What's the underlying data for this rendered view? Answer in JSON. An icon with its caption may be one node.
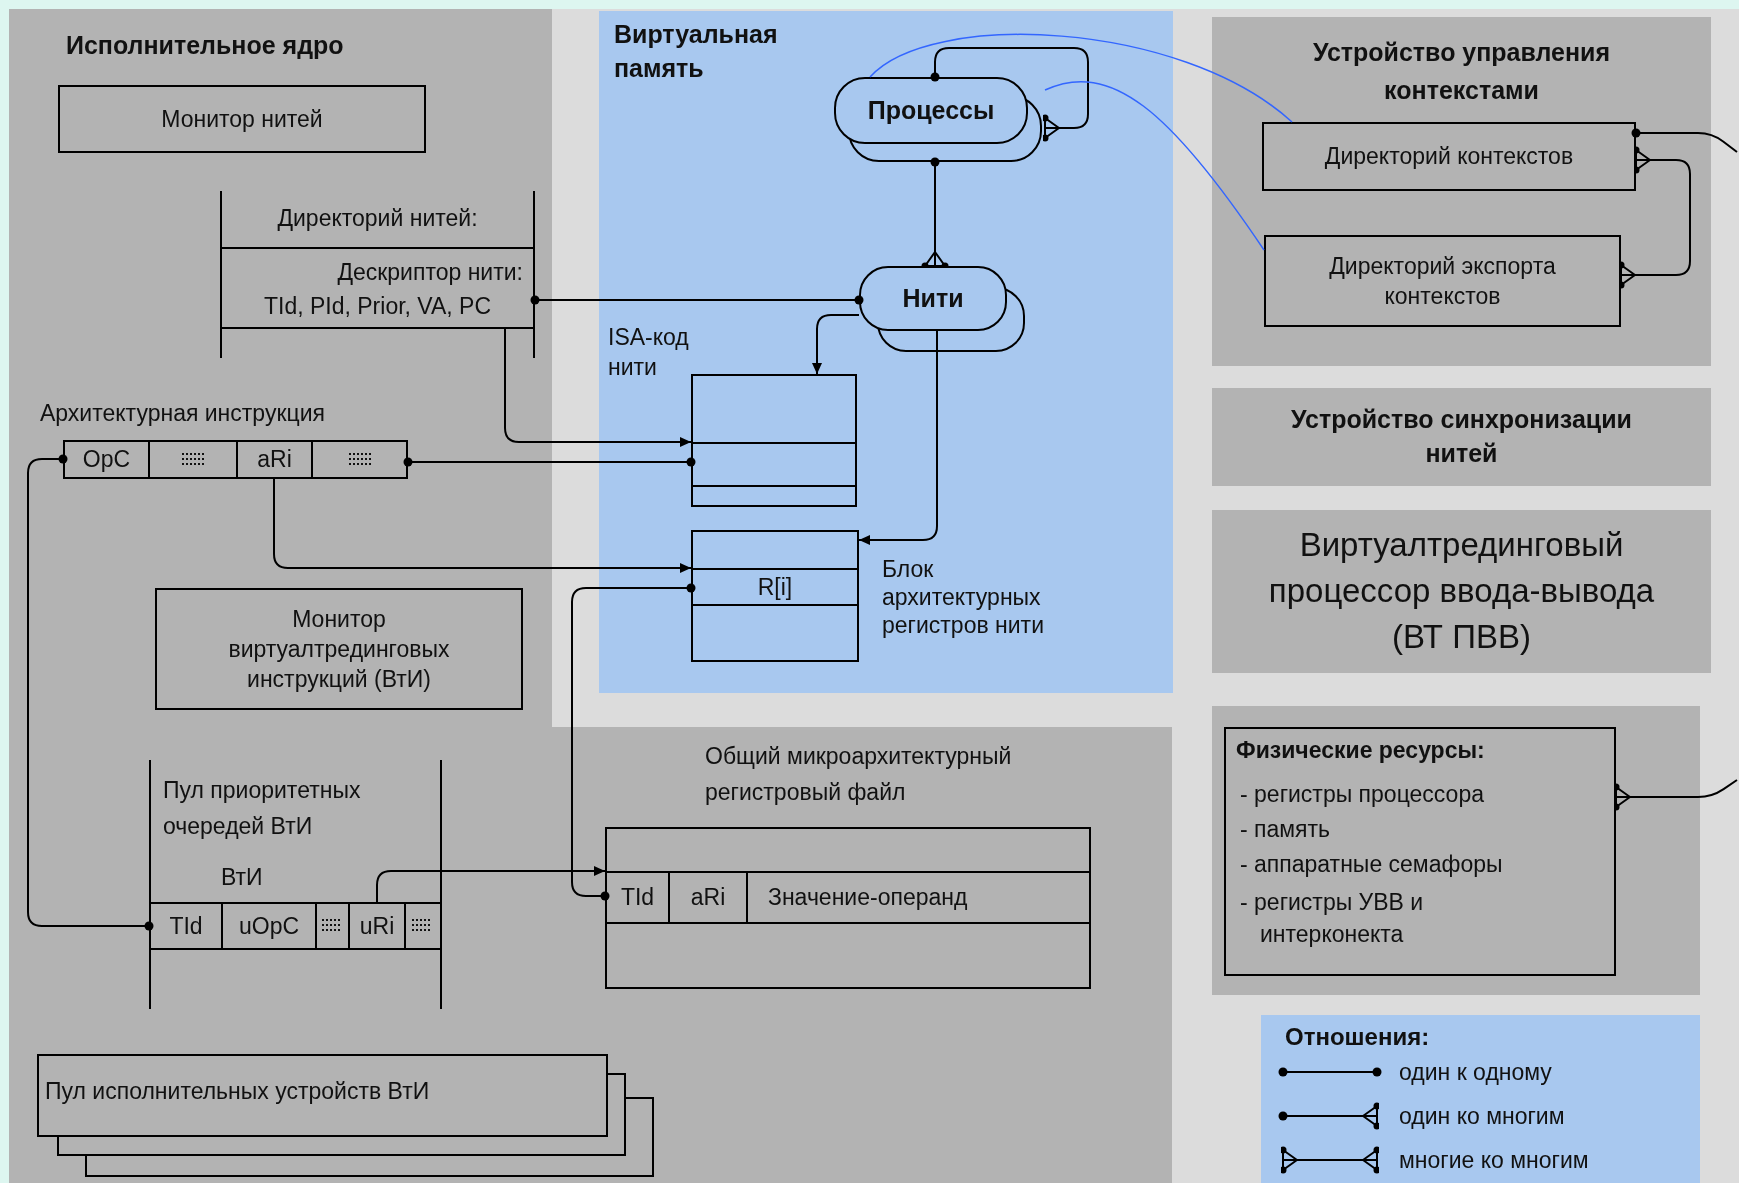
{
  "diagram": {
    "nodes": [
      {
        "text": [
          "Исполнительное ядро"
        ]
      },
      {
        "text": [
          "Монитор нитей"
        ],
        "in": 0
      },
      {
        "text": [
          "Директорий нитей:",
          "Дескриптор нити:",
          "TId, PId, Prior, VA, PC"
        ],
        "in": 0
      },
      {
        "text": [
          "OpC",
          "aRi"
        ],
        "beside": [
          "Архитектурная инструкция"
        ],
        "in": 0
      },
      {
        "text": [
          "Монитор виртуалтрединговых инструкций (ВтИ)"
        ],
        "in": 0
      },
      {
        "text": [
          "Пул приоритетных очередей ВтИ",
          "ВтИ",
          "TId",
          "uOpC",
          "uRi"
        ],
        "in": 0
      },
      {
        "text": [
          "Пул исполнительных устройств ВтИ"
        ]
      },
      {
        "text": [
          "Виртуальная память"
        ]
      },
      {
        "text": [
          "Процессы"
        ],
        "in": 7
      },
      {
        "text": [
          "Нити"
        ],
        "in": 7
      },
      {
        "text": [],
        "shape": "box",
        "beside": [
          "ISA-код нити"
        ],
        "in": 7
      },
      {
        "text": [
          "R[i]"
        ],
        "beside": [
          "Блок архитектурных регистров нити"
        ],
        "in": 7
      },
      {
        "text": [
          "TId",
          "aRi",
          "Значение-операнд"
        ],
        "beside": [
          "Общий микроархитектурный регистровый файл"
        ]
      },
      {
        "text": [
          "Устройство управления контекстами"
        ]
      },
      {
        "text": [
          "Директорий контекстов"
        ],
        "in": 13
      },
      {
        "text": [
          "Директорий экспорта контекстов"
        ],
        "in": 13
      },
      {
        "text": [
          "Устройство синхронизации нитей"
        ]
      },
      {
        "text": [
          "Виртуалтрединговый процессор ввода-вывода (ВТ ПВВ)"
        ]
      },
      {
        "text": [],
        "shape": "box"
      },
      {
        "text": [
          "Физические ресурсы:",
          "- регистры процессора",
          "- память",
          "- аппаратные семафоры",
          "- регистры УВВ и интерконекта"
        ],
        "in": 18
      }
    ],
    "edges": [
      {
        "from": 2,
        "to": 9,
        "arrow": "other"
      },
      {
        "from": 8,
        "to": 9,
        "arrow": "other"
      },
      {
        "from": 8,
        "to": 8,
        "arrow": "other"
      },
      {
        "from": 9,
        "to": 10,
        "arrow": "to"
      },
      {
        "from": 9,
        "to": 11,
        "arrow": "to"
      },
      {
        "from": 2,
        "to": 10,
        "arrow": "to"
      },
      {
        "from": 3,
        "to": 10,
        "arrow": "other"
      },
      {
        "from": 3,
        "to": 11,
        "arrow": "to"
      },
      {
        "from": 11,
        "to": 12,
        "arrow": "other"
      },
      {
        "from": 3,
        "to": 5,
        "arrow": "other"
      },
      {
        "from": 5,
        "to": 12,
        "arrow": "to"
      },
      {
        "from": 8,
        "to": 14,
        "arrow": "none",
        "color": "#3366ff"
      },
      {
        "from": 8,
        "to": 15,
        "arrow": "none",
        "color": "#3366ff"
      },
      {
        "from": 14,
        "to": 15,
        "arrow": "other"
      },
      {
        "from": 14,
        "to": null,
        "arrow": "other"
      },
      {
        "from": 19,
        "to": null,
        "arrow": "other"
      }
    ],
    "labels": [
      "Отношения:"
    ],
    "legend": [
      {
        "text": "один к одному"
      },
      {
        "text": "один ко многим"
      },
      {
        "text": "многие ко многим"
      }
    ]
  }
}
